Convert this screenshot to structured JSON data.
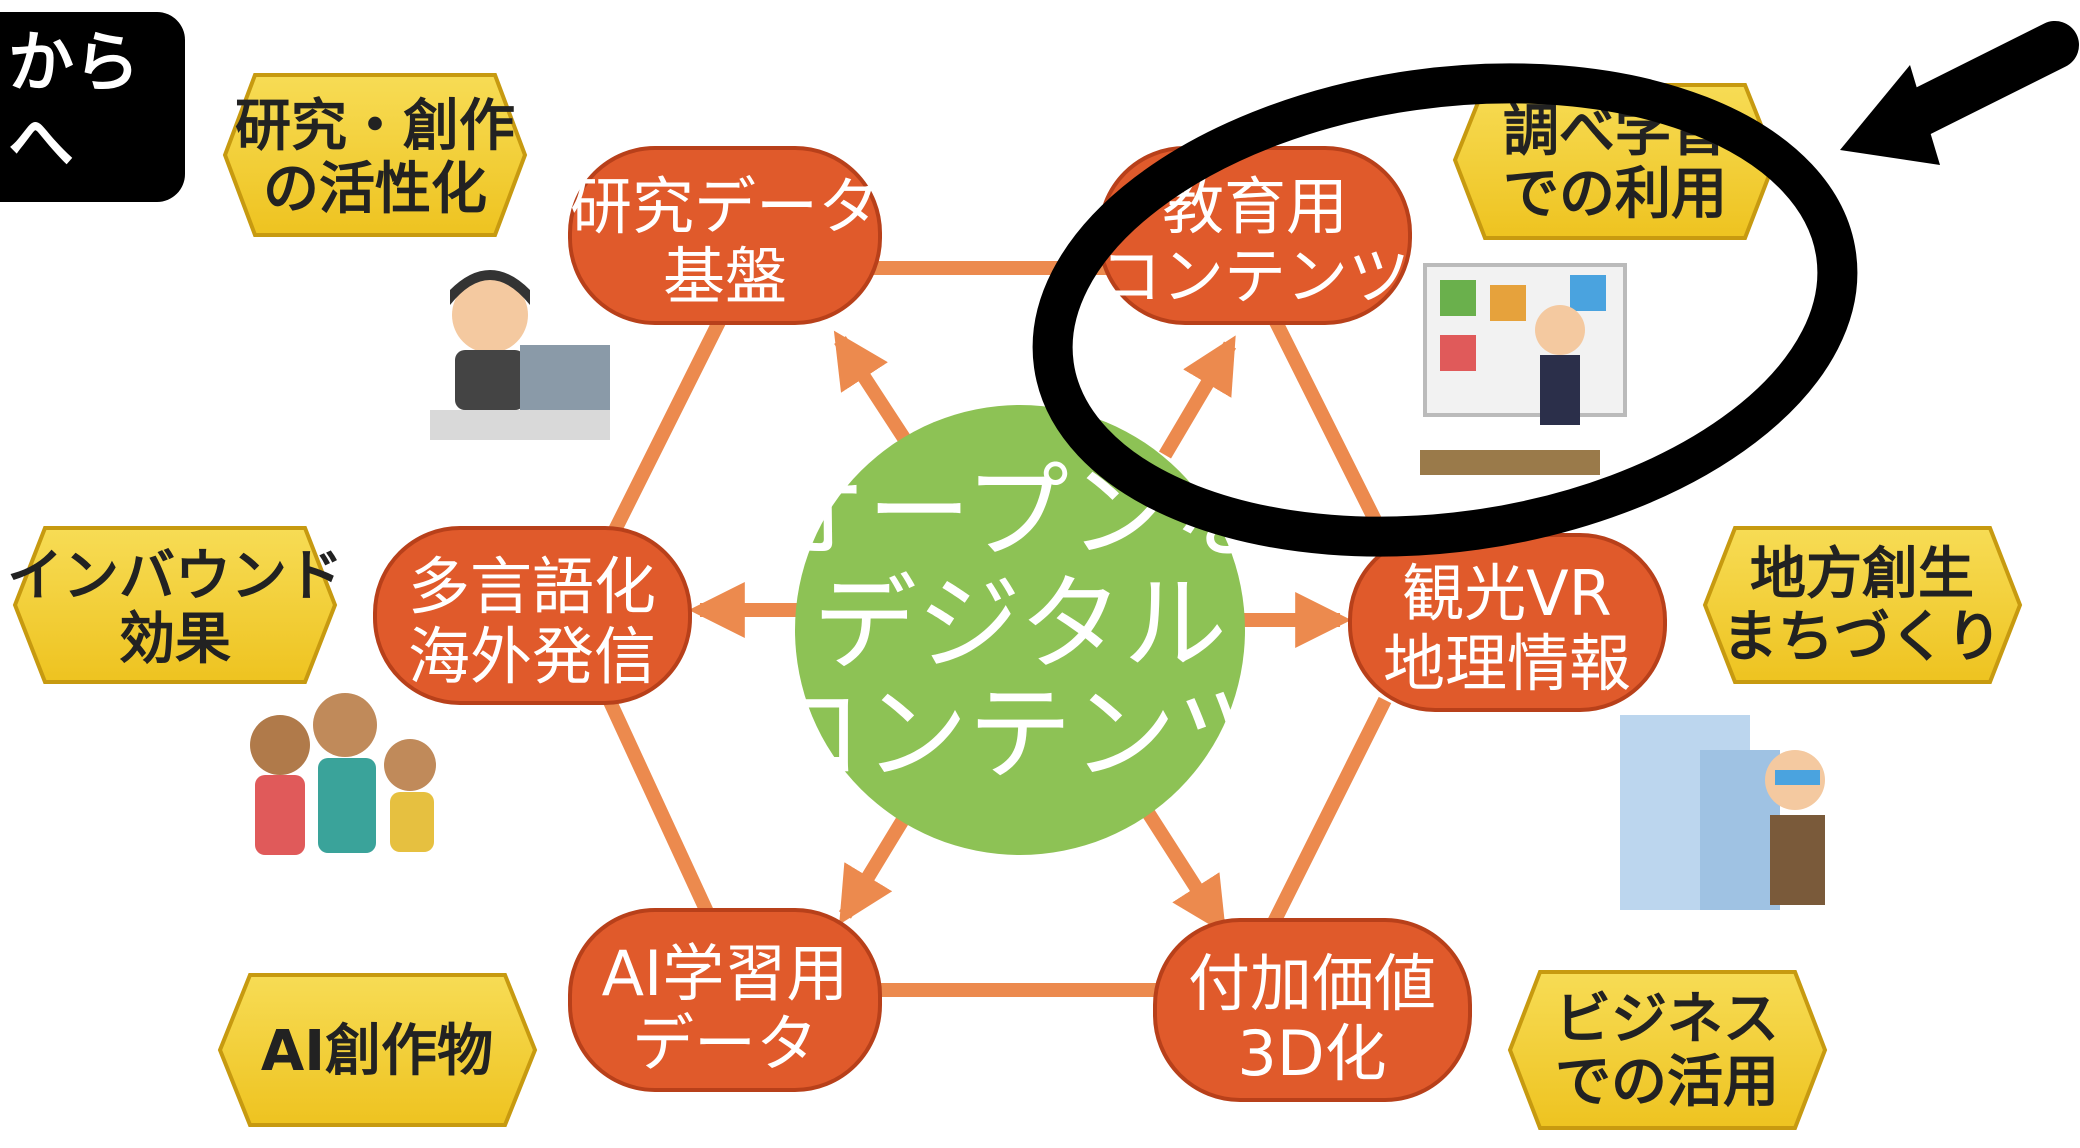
{
  "corner_label": {
    "line1": "から",
    "line2": "へ"
  },
  "center": {
    "lines": [
      "オープンな",
      "デジタル",
      "コンテンツ"
    ]
  },
  "nodes": [
    {
      "id": "research-data",
      "lines": [
        "研究データ",
        "基盤"
      ]
    },
    {
      "id": "education",
      "lines": [
        "教育用",
        "コンテンツ"
      ]
    },
    {
      "id": "multilingual",
      "lines": [
        "多言語化",
        "海外発信"
      ]
    },
    {
      "id": "tourism",
      "lines": [
        "観光VR",
        "地理情報"
      ]
    },
    {
      "id": "ai-learning",
      "lines": [
        "AI学習用",
        "データ"
      ]
    },
    {
      "id": "added-value",
      "lines": [
        "付加価値",
        "3D化"
      ]
    }
  ],
  "tags": [
    {
      "id": "research-creation",
      "lines": [
        "研究・創作",
        "の活性化"
      ]
    },
    {
      "id": "study-use",
      "lines": [
        "調べ学習",
        "での利用"
      ]
    },
    {
      "id": "inbound",
      "lines": [
        "インバウンド",
        "効果"
      ]
    },
    {
      "id": "regional",
      "lines": [
        "地方創生",
        "まちづくり"
      ]
    },
    {
      "id": "ai-works",
      "lines": [
        "AI創作物"
      ]
    },
    {
      "id": "business",
      "lines": [
        "ビジネス",
        "での活用"
      ]
    }
  ],
  "colors": {
    "node_fill": "#e05a2b",
    "node_edge": "#b8401a",
    "center_fill": "#8dc255",
    "connector": "#ec8a4e",
    "tag_fill": "#f2cd2a",
    "tag_edge": "#c79a10",
    "highlight": "#000000"
  }
}
